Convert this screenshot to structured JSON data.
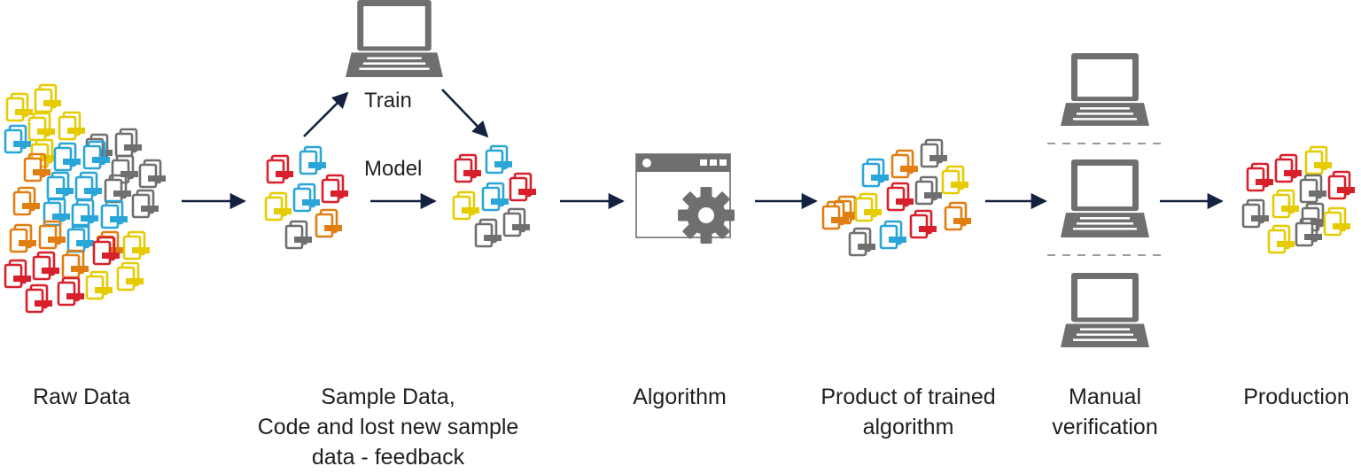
{
  "colors": {
    "yellow": "#e6cb00",
    "blue": "#2aa5d7",
    "orange": "#e07e12",
    "red": "#d8202c",
    "gray": "#6f6f6f",
    "arrow": "#14213f",
    "dash": "#9a9a9a"
  },
  "icons": {
    "document": "document-icon",
    "laptop": "laptop-icon",
    "browser": "browser-window-icon",
    "gear": "gear-icon",
    "arrow": "arrow-icon"
  },
  "stages": [
    {
      "id": "raw-data",
      "lines": [
        "Raw Data"
      ]
    },
    {
      "id": "sample-data",
      "lines": [
        "Sample Data,",
        "Code and lost new sample",
        "data - feedback"
      ]
    },
    {
      "id": "algorithm",
      "lines": [
        "Algorithm"
      ]
    },
    {
      "id": "product",
      "lines": [
        "Product of trained",
        "algorithm"
      ]
    },
    {
      "id": "manual",
      "lines": [
        "Manual",
        "verification"
      ]
    },
    {
      "id": "production",
      "lines": [
        "Production"
      ]
    }
  ],
  "flow_labels": {
    "train": "Train",
    "model": "Model"
  }
}
